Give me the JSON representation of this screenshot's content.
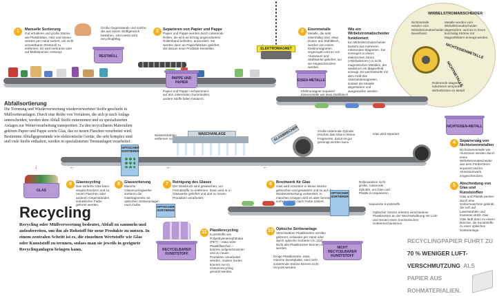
{
  "header": {
    "eddy_title": "WIRBELSTROMABSCHEIDER"
  },
  "steps": [
    {
      "num": "1",
      "title": "Manuelle Sortierung",
      "text": "Gut erhaltene und große Stücke wie Plastiktüten, Holz und Steine werden per Hand sortiert, um nicht verwertbaren Restmüll zu entfernen. Es wird verbrannt oder auf Mülldeponien entsorgt."
    },
    {
      "num": "2",
      "title": "Separieren von Papier und Pappe",
      "text": "Papier und Pappe werden durch rotierende Rollen, die sich an schräg angeordnetem Rollenband befinden, aussortiert. Sie werden dann an Papierfabriken geliefert, die daraus neue Produkte herstellen."
    },
    {
      "num": "3",
      "title": "Eisenmetalle",
      "text": "Metalle, die sehr eisenhaltig sind, etwa Dosen aus Stahlblech, werden von einem Elektromagneten angezogen und so von Aluminium und Stahlwerke geliefert, wo sie eingeschmolzen werden."
    },
    {
      "num": "4",
      "title": "Separierung von Nichteisenmetallen",
      "text": "Nichteisenmetalle wie Aluminium werden durch einen Wirbelstromabscheider aus dem Förderstrom separiert und im Aluminiumwerk eingeschmolzen."
    },
    {
      "num": "5",
      "title": "Abscheidung von Glas und Kunststoffen",
      "text": "Glas und Plastik werden durch eine Sortiermaschine gelenkt, die sich auf Laserstrahlen und Kameras stützt. Das Glas läuft dann zu einem Brecher, die Kunststoffe zu einer optischen Sortieranlage."
    },
    {
      "num": "6",
      "title": "Brechwerk für Glas",
      "text": "Glas wird unsortiert in kleine Stücke gebrochen und gesäubert und so auf die Wiederverwertung vorbereitet. In manchen Anlagen wird es aber bereits vorher optisch nach Farbe sortiert."
    },
    {
      "num": "7",
      "title": "Reinigung des Glases",
      "text": "Der Glasbruch wird gewaschen, um Fremdstoffe zu entfernen. Dann wird er in Glaswerke geliefert und dort zu neuen Produkten verarbeitet."
    },
    {
      "num": "8",
      "title": "Glassortierung",
      "text": "Manche Glasrecyclingwerke sortieren die Glasfragmente mit optischen Sortieranlagen nach Farbe."
    },
    {
      "num": "9",
      "title": "Glasrecycling",
      "text": "Das sortierte Glas kann eingeschmolzen und zu neuen Flaschen oder anderen Gegenständen einheitlicher Farbe geformt werden."
    },
    {
      "num": "10",
      "title": "Optische Sortieranlage",
      "text": "Verschiedene Plastiksorten werden getrennt, entweder per Hand oder durch optische Sortieren (S. 222). Nicht alle Plastiksorten können recycelt werden."
    },
    {
      "num": "11",
      "title": "Plastikrecycling",
      "text": "Kunststoffe wie Polyethylenterephthalat (PET) – etwa viele Plastikflaschen – können aufgeschmolzen und zu neuen Produkten verarbeitet werden. Andere Sorten können nur im Chemierecycling genutzt werden."
    }
  ],
  "bins": {
    "restmuell": "RESTMÜLL",
    "pappe": "PAPPE UND PAPIER",
    "eisen": "EISEN-METALLE",
    "nichteisen": "NICHTEISEN-METALL",
    "glas": "GLAS",
    "recycelbar": "RECYCELBARER KUNSTSTOFF",
    "nicht_recycelbar": "NICHT RECYCELBARER KUNSTSTOFF"
  },
  "labels": {
    "elektromagnet": "ELEKTROMAGNET",
    "waschanlage": "WASCHANLAGE",
    "glasbrecher": "GLASBRECHER",
    "optischer1": "OPTISCHER SORTIERER",
    "optischer2": "OPTISCHER SORTIERER",
    "optischer3": "OPTISCHER SORTIERER"
  },
  "callouts": {
    "grosse": "Große Gegenstände und solche, die aus einem Stoffgemisch bestehen, sind meist nicht recyclingfähig.",
    "papier_roll": "Papier und Pappe »schwimmen« auf den rotierenden Gummirollen, andere Stoffe fallen hindurch.",
    "eisen_sep": "Elektromagnet separiert Eisenmetalle wie etwa Stahlblech.",
    "wirbel_how_title": "Wie ein Wirbelstromabscheider funktioniert",
    "wirbel_how": "Ein Wirbelstromabscheider besteht aus mehreren rotierenden Magneten. Sie erzeugen in einem elektrischen Strom (»Wirbelstrom«) in nicht magnetischen Metallen, der wiederum ein Magnetfeld erzeugt. Es wechselwirkt mit dem Feld des Abscheidemagneten, sodass die Metalle abgestoßen und ausgeworfen werden.",
    "eddy_1": "Nichtmetalle werden vom Wirbelstromabscheider beeinflusst",
    "eddy_2": "Metalle werden vom Wirbelstromabscheider abgestoßen, weil sie in ihnen kurzzeitig Ströme mit Magnetfeldern erzeugt werden.",
    "eddy_3": "Rotierende Magnete induzieren temporäre Wirbelströme im Metall",
    "eddy_nichteisen": "NICHTEISENMETALLE",
    "eddy_nichtmetall": "NICHTMETALLE",
    "rollen": "Große rotierende Zylinder brechen das Glas in kleine Fragmente, damit es gut gereinigt werden kann.",
    "glas_wird": "Glas wird separiert",
    "wasser": "Wasserstrahlen entfernen Schmutz.",
    "rollen_kunst": "Rollenwalzen nicht große, rotierende Zylinder, um Glas und Plastik zu separieren.",
    "kunst_sep": "Separierte Kunststoffe",
    "optisch_sensor": "Optischer Sensor erkennt verschiedene Plastiksorten an der Wechselwirkung mit Licht und steuert einen mechanischen Sortiermechanismus.",
    "einige": "Einige Plastiksorten, etwa manche Dunstplaste, sind nicht sortierende Stücke können nicht recycelt werden."
  },
  "abfall": {
    "title": "Abfallsortierung",
    "text": "Die Trennung und Wiederverwertung wiederverwerteter Stoffe geschieht in Müllsortieranlagen. Durch eine Reihe von Verfahren, die sich je nach Anlage unterscheiden, werden dem Abfall Stoffe entnommen und zu spezialisierten Anlagen zur Weiterverarbeitung transportiert. Zu den recycelbaren Materialien gehören Papier und Pappe sowie Glas, das zu neuen Flaschen verarbeitet wird. Bestimmte Abfallgegenstände wie elektronische Geräte, die sehr komplex sind und viele Stoffe enthalten, werden in spezialisierten Trennanlagen verarbeitet."
  },
  "recycling": {
    "title": "Recycling",
    "text": "Recycling oder Müllverwertung bedeutet, Abfall zu sammeln und aufzubereiten, um ihn als Rohstoff für neue Produkte zu nutzen. In einem zentralen Schritt ist es, die einzelnen Wertstoffe wie Glas oder Kunststoff zu trennen, sodass man sie jeweils in geeignete Recyclinganlagen bringen kann."
  },
  "fact": {
    "text1": "RECYCLINGPAPIER FÜHRT ZU",
    "highlight": "70 % WENIGER LUFT-VERSCHMUTZUNG",
    "text2": "ALS PAPIER AUS ROHMATERIALIEN."
  },
  "colors": {
    "accent": "#f5b01a",
    "red_arrow": "#e14a32",
    "bin": "#b89bd6",
    "belt": "#6d6f73",
    "sorter": "#a2c8e8"
  }
}
